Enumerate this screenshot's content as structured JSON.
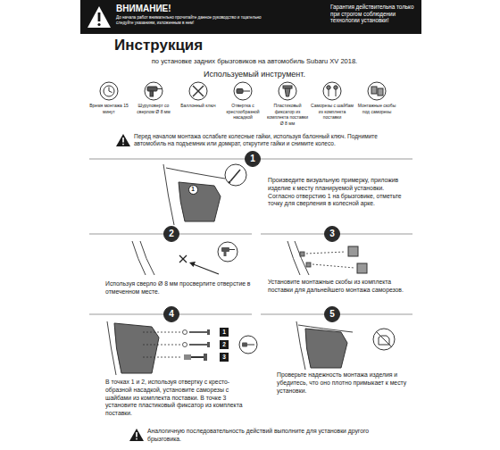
{
  "diagram": {
    "title": "Инструкция",
    "nodes": [
      {
        "text": [
          "ВНИМАНИЕ!",
          "До начала работ внимательно прочитайте данное руководство и тщательно следуйте указаниям, изложенным в нем!",
          "Гарантия действительна только при строгом соблюдении технологии установки!"
        ]
      },
      {
        "text": [
          "1"
        ]
      },
      {
        "text": [
          "1"
        ]
      },
      {
        "text": [
          "2"
        ]
      },
      {
        "text": [
          "3"
        ]
      },
      {
        "text": [
          "4"
        ]
      },
      {
        "text": [
          "1"
        ]
      },
      {
        "text": [
          "2"
        ]
      },
      {
        "text": [
          "3"
        ]
      },
      {
        "text": [
          "5"
        ]
      }
    ],
    "labels": [
      "по установке задних брызговиков на автомобиль Subaru XV 2018.",
      "Используемый инструмент.",
      "Время монтажа 15 минут",
      "Шуруповерт со сверлом Ø 8 мм",
      "Баллонный ключ",
      "Отвертка с крестообразной насадкой",
      "Пластиковый фиксатор из комплекта поставки Ø 8 мм",
      "Саморезы с шайбам из комплекта поставки",
      "Монтажные скобы под саморезы",
      "Перед началом монтажа ослабьте колесные гайки, используя балонный ключ. Поднимите автомобиль на подъемник или домкрат, открутите гайки и снимите колесо.",
      "Произведите визуальную примерку, приложив изделие к месту планируемой установки. Согласно отверстию 1 на брызговике, отметьте точку для сверления в колесной арке.",
      "Используя сверло Ø 8 мм просверлите отверстие в отмеченном месте.",
      "Установите монтажные скобы из комплекта поставки для дальнейшего монтажа саморезов.",
      "В точках 1 и 2, используя отвертку с кресто-образной насадкой, установите саморезы с шайбами из комплекта поставки. В точке 3 установите пластиковый фиксатор из комплекта поставки.",
      "Проверьте надежность монтажа изделия и убедитесь, что оно плотно примыкает к месту установки.",
      "Аналогичную последовательность действий выполните для установки другого брызговика."
    ]
  }
}
